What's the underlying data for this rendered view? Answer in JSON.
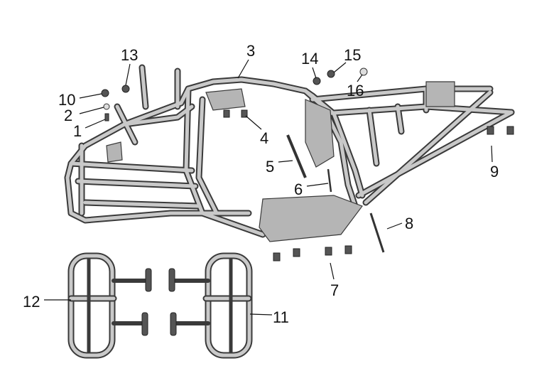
{
  "diagram": {
    "title": "",
    "callouts": [
      "1",
      "2",
      "3",
      "4",
      "5",
      "6",
      "7",
      "8",
      "9",
      "10",
      "11",
      "12",
      "13",
      "14",
      "15",
      "16"
    ]
  },
  "colors": {
    "tube": "#c9c9c9",
    "outline": "#3a3a3a",
    "text": "#111111"
  }
}
